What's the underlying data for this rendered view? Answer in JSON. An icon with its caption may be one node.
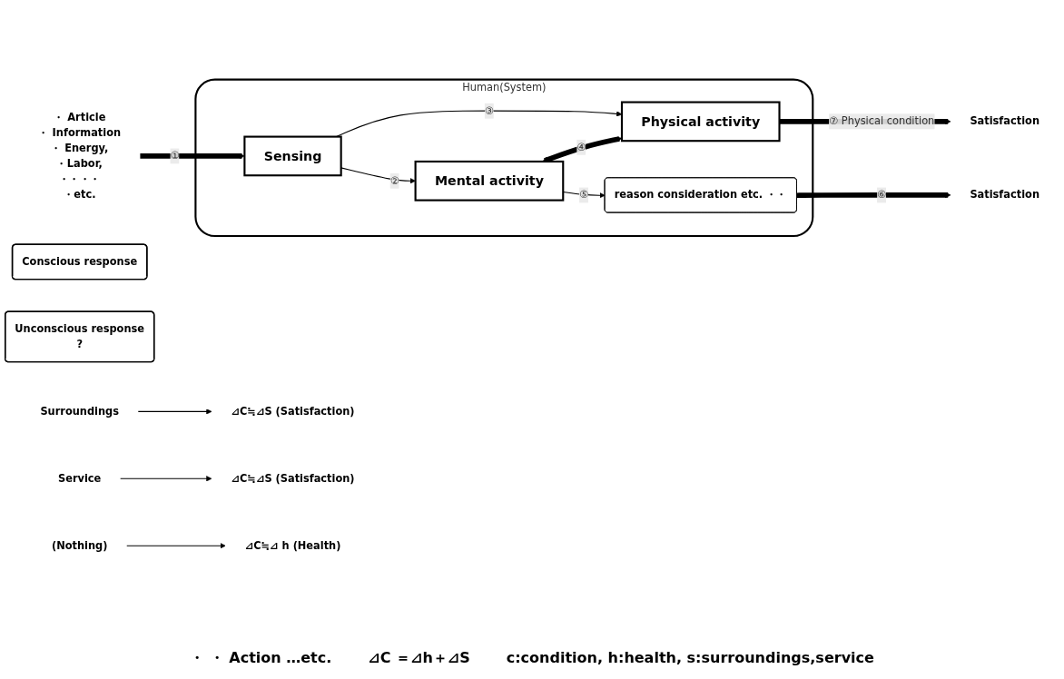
{
  "diagram": {
    "nodes": [
      {
        "text": [
          "Human(System)"
        ]
      },
      {
        "text": [
          "・ Article",
          "・ Information",
          "・ Energy,",
          "・Labor,",
          "・・・・",
          "・etc."
        ]
      },
      {
        "text": [
          "Mental activity"
        ],
        "in": 0
      },
      {
        "text": [
          "Sensing"
        ],
        "in": 0
      },
      {
        "text": [
          "reason consideration etc. ・・"
        ],
        "in": 0
      },
      {
        "text": [
          "Physical activity"
        ],
        "in": 0
      },
      {
        "text": [
          "Conscious response"
        ]
      },
      {
        "text": [
          "Satisfaction"
        ]
      },
      {
        "text": [
          "Unconscious response",
          "?"
        ]
      },
      {
        "text": [
          "Satisfaction"
        ]
      },
      {
        "text": [
          "Surroundings"
        ]
      },
      {
        "text": [
          "⊿C≒⊿S (Satisfaction)"
        ]
      },
      {
        "text": [
          "Service"
        ]
      },
      {
        "text": [
          "⊿C≒⊿S (Satisfaction)"
        ]
      },
      {
        "text": [
          "(Nothing)"
        ]
      },
      {
        "text": [
          "⊿C≒⊿ h (Health)"
        ]
      }
    ],
    "edges": [
      {
        "from": 1,
        "to": 3,
        "arrow": "to",
        "label": "①",
        "style": "thick"
      },
      {
        "from": 3,
        "to": 2,
        "arrow": "to",
        "label": "②"
      },
      {
        "from": 3,
        "to": 5,
        "arrow": "to",
        "label": "③"
      },
      {
        "from": 2,
        "to": 5,
        "arrow": "both",
        "label": "④",
        "style": "thick"
      },
      {
        "from": 2,
        "to": 4,
        "arrow": "to",
        "label": "⑤"
      },
      {
        "from": 4,
        "to": 7,
        "arrow": "to",
        "label": "⑥",
        "style": "thick"
      },
      {
        "from": 5,
        "to": 9,
        "arrow": "to",
        "label": "⑦ Physical condition",
        "style": "thick"
      },
      {
        "from": 10,
        "to": 11,
        "arrow": "to"
      },
      {
        "from": 12,
        "to": 13,
        "arrow": "to"
      },
      {
        "from": 14,
        "to": 15,
        "arrow": "to"
      }
    ],
    "labels": [
      "・ ・ Action …etc.",
      "⊿C ＝⊿h＋⊿S",
      "c:condition, h:health, s:surroundings,service"
    ]
  }
}
